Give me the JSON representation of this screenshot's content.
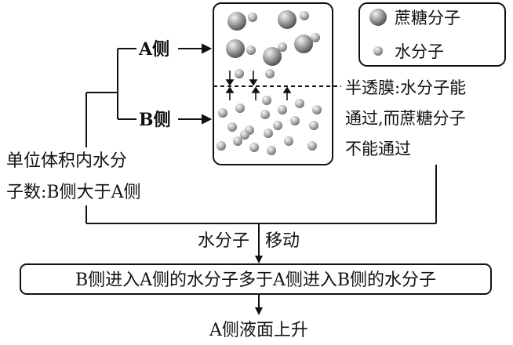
{
  "labels": {
    "side_a": "A侧",
    "side_b": "B侧",
    "legend_sucrose": "蔗糖分子",
    "legend_water": "水分子",
    "membrane_line1": "半透膜:水分子能",
    "membrane_line2": "通过,而蔗糖分子",
    "membrane_line3": "不能通过",
    "density_line1": "单位体积内水分",
    "density_line2": "子数:B侧大于A侧",
    "flow_part1": "水分子",
    "flow_part2": "移动",
    "conclusion": "B侧进入A侧的水分子多于A侧进入B侧的水分子",
    "result": "A侧液面上升"
  },
  "molecules": {
    "sucrose_color": "#7a7a7a",
    "water_color": "#9a9a9a"
  }
}
